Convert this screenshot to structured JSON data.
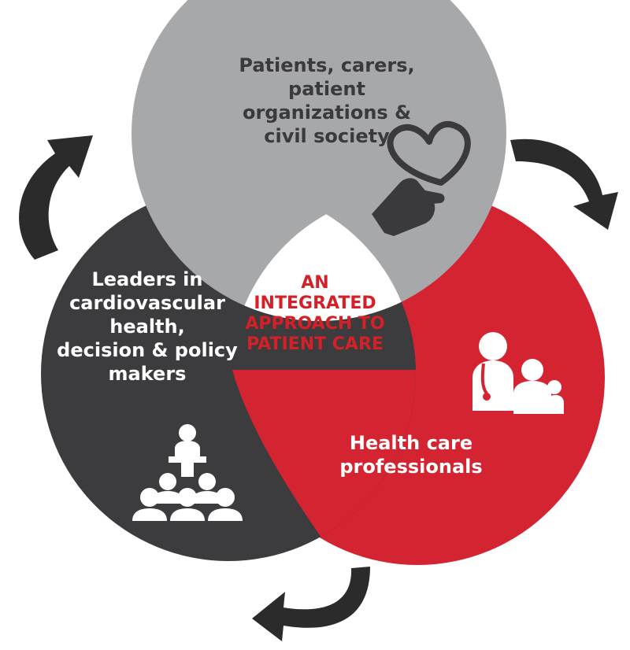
{
  "colors": {
    "patients_circle": "#a7a8aa",
    "leaders_circle": "#3c3c3e",
    "professionals_circle": "#d42331",
    "center": "#ffffff",
    "center_text": "#d42027",
    "arrow": "#2b2b2b"
  },
  "groups": {
    "patients": {
      "lines": [
        "Patients, carers,",
        "patient",
        "organizations &",
        "civil society"
      ],
      "icon": "hand-holding-heart-icon"
    },
    "leaders": {
      "lines": [
        "Leaders in",
        "cardiovascular",
        "health,",
        "decision & policy",
        "makers"
      ],
      "icon": "speaker-audience-icon"
    },
    "professionals": {
      "lines": [
        "Health care",
        "professionals"
      ],
      "icon": "doctor-with-family-icon"
    }
  },
  "center": {
    "lines": [
      "AN",
      "INTEGRATED",
      "APPROACH TO",
      "PATIENT CARE"
    ]
  },
  "cycle_arrows": [
    "curved-arrow-icon",
    "curved-arrow-icon",
    "curved-arrow-icon"
  ]
}
